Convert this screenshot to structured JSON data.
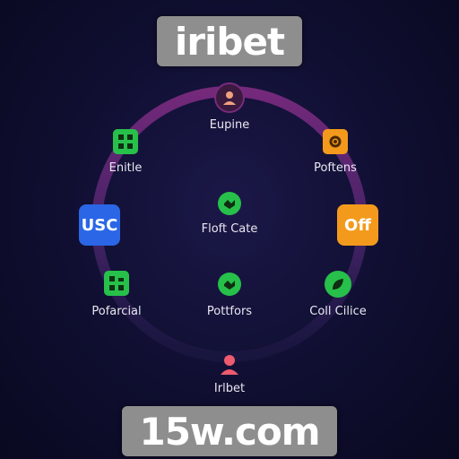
{
  "header": {
    "brand": "iribet"
  },
  "footer": {
    "domain": "15w.com"
  },
  "nodes": {
    "top": {
      "label": "Eupine",
      "icon": "person-icon"
    },
    "top_left": {
      "label": "Enitle",
      "icon": "grid-icon"
    },
    "top_right": {
      "label": "Poftens",
      "icon": "gear-icon"
    },
    "left": {
      "tile_text": "USC"
    },
    "center": {
      "label": "Floft Cate",
      "icon": "handshake-icon"
    },
    "right": {
      "tile_text": "Off"
    },
    "bottom_left": {
      "label": "Pofarcial",
      "icon": "grid-icon"
    },
    "bottom_center": {
      "label": "Pottfors",
      "icon": "handshake-icon"
    },
    "bottom_right": {
      "label": "Coll Cilice",
      "icon": "leaf-icon"
    },
    "bottom": {
      "label": "Irlbet",
      "icon": "person-icon"
    }
  },
  "colors": {
    "ring": "#6a2a78",
    "green": "#27c04a",
    "orange": "#f39a1c",
    "blue": "#2a66e6",
    "pink": "#ef5a6e"
  }
}
